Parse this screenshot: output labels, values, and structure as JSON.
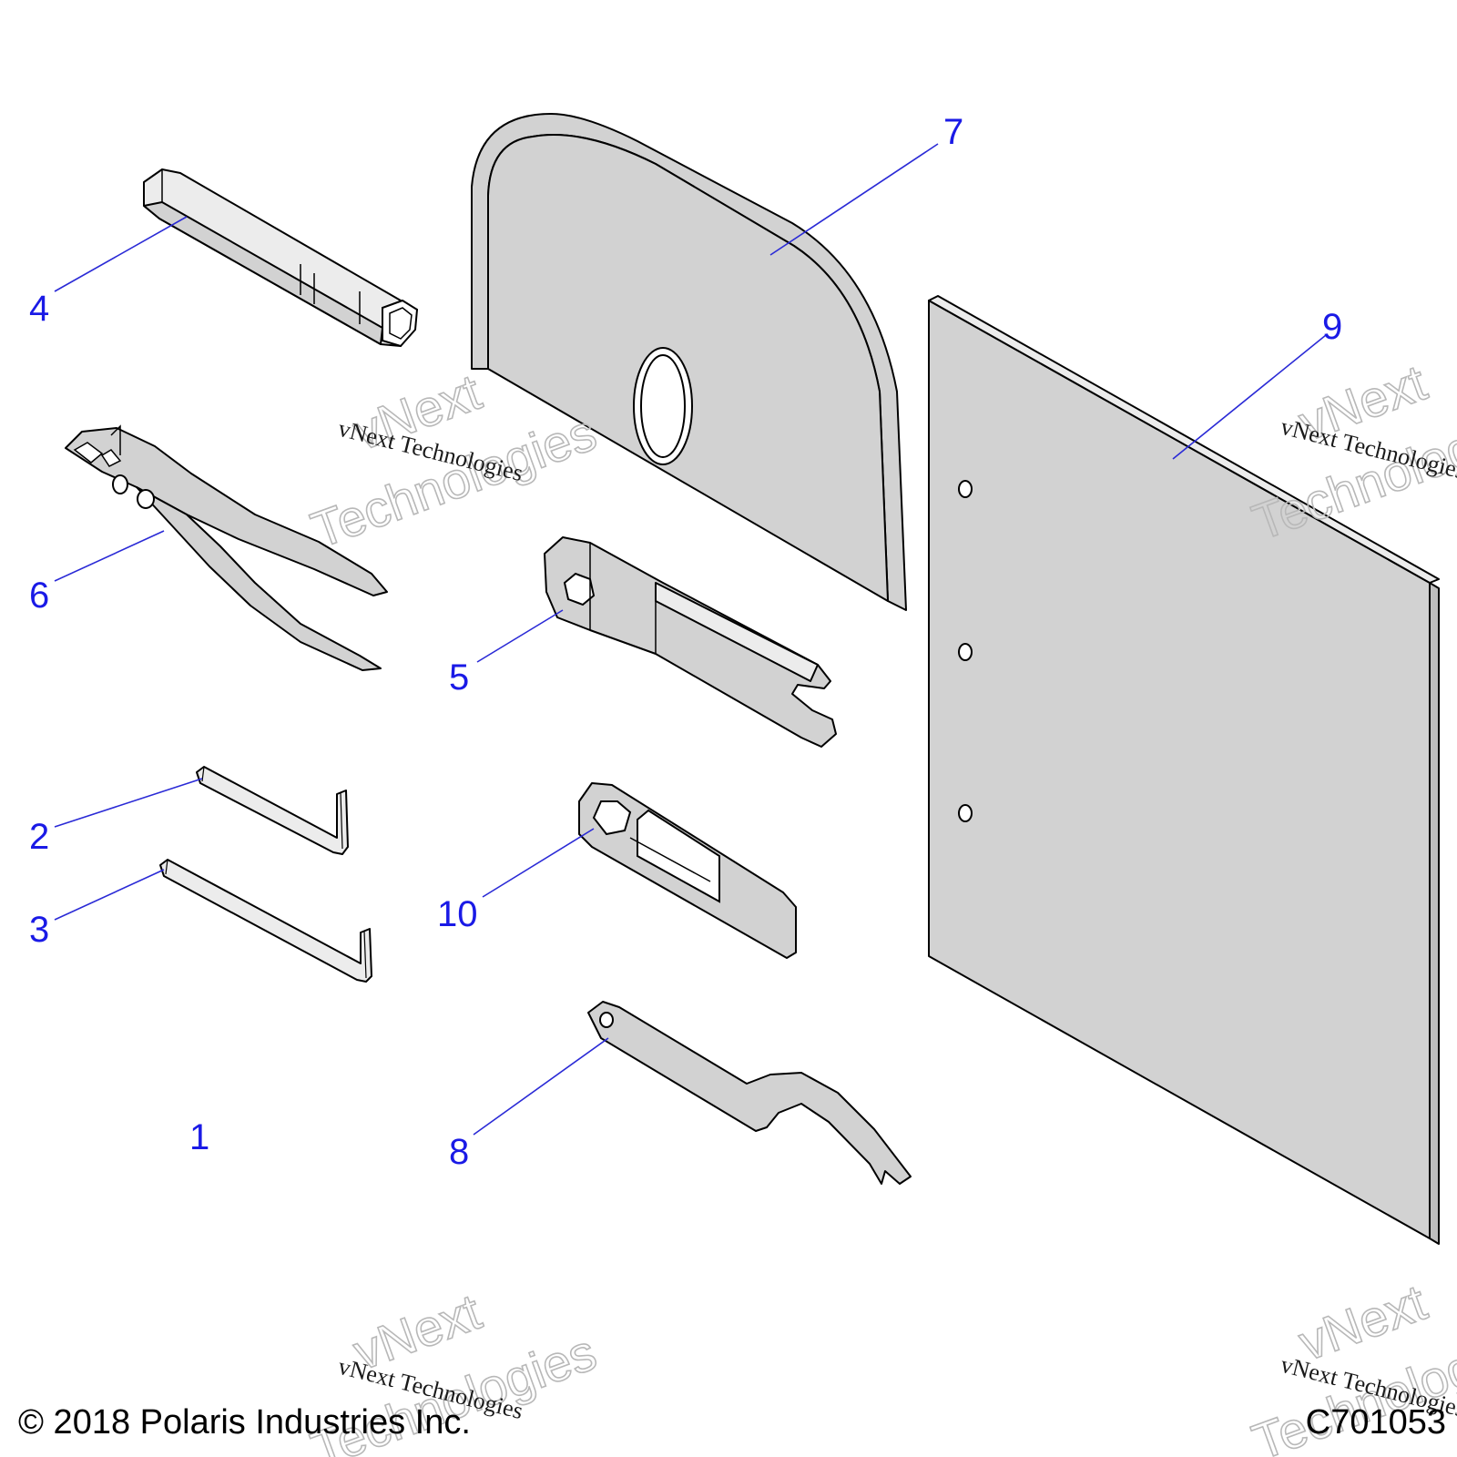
{
  "callouts": {
    "c1": "1",
    "c2": "2",
    "c3": "3",
    "c4": "4",
    "c5": "5",
    "c6": "6",
    "c7": "7",
    "c8": "8",
    "c9": "9",
    "c10": "10"
  },
  "watermark": {
    "brand": "vNext",
    "sub": "Technologies",
    "full": "vNext Technologies"
  },
  "footer": {
    "copyright": "© 2018 Polaris Industries Inc.",
    "figure_id": "C701053"
  },
  "colors": {
    "callout": "#1a1ae6",
    "leader": "#2a2ad6",
    "part_fill": "#d2d2d2"
  }
}
